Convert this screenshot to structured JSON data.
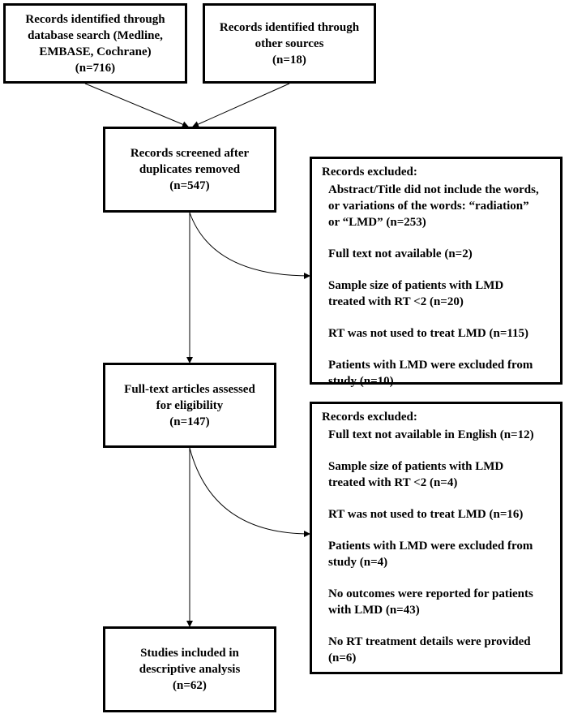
{
  "boxes": {
    "database_search": {
      "lines": [
        "Records identified through",
        "database search (Medline,",
        "EMBASE, Cochrane)",
        "(n=716)"
      ]
    },
    "other_sources": {
      "lines": [
        "Records identified through",
        "other sources",
        "(n=18)"
      ]
    },
    "screened": {
      "lines": [
        "Records screened after",
        "duplicates removed",
        "(n=547)"
      ]
    },
    "full_text": {
      "lines": [
        "Full-text articles assessed",
        "for eligibility",
        "(n=147)"
      ]
    },
    "included": {
      "lines": [
        "Studies included in",
        "descriptive analysis",
        "(n=62)"
      ]
    }
  },
  "exclusions": [
    {
      "title": "Records excluded:",
      "items": [
        [
          "Abstract/Title did not include the words,",
          "or variations of the words: “radiation”",
          "or “LMD” (n=253)"
        ],
        [
          "Full text not available (n=2)"
        ],
        [
          "Sample size of patients with LMD",
          "treated with RT <2 (n=20)"
        ],
        [
          "RT was not used to treat LMD (n=115)"
        ],
        [
          "Patients with LMD were excluded from",
          "study (n=10)"
        ]
      ]
    },
    {
      "title": "Records excluded:",
      "items": [
        [
          "Full text not available in English (n=12)"
        ],
        [
          "Sample size of patients with LMD",
          "treated with RT <2 (n=4)"
        ],
        [
          "RT was not used to treat LMD (n=16)"
        ],
        [
          "Patients with LMD were excluded from",
          "study (n=4)"
        ],
        [
          "No outcomes were reported for patients",
          "with LMD (n=43)"
        ],
        [
          "No RT treatment details were provided",
          "(n=6)"
        ]
      ]
    }
  ]
}
